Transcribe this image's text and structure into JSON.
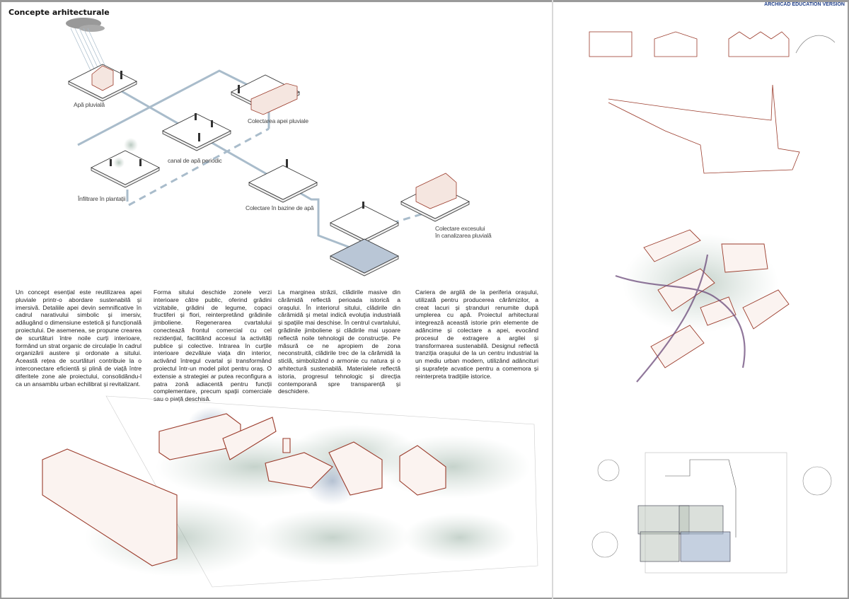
{
  "header": {
    "title": "Concepte arhitecturale",
    "watermark": "ARCHICAD EDUCATION VERSION"
  },
  "diagram": {
    "labels": {
      "rain": "Apă pluvială",
      "roof_collection": "Colectarea apei pluviale",
      "channel": "canal de apă periodic",
      "infiltration": "Înfiltrare în plantații",
      "basins": "Colectare în bazine de apă",
      "excess_line1": "Colectare excesului",
      "excess_line2": "în canalizarea pluvială"
    },
    "colors": {
      "pipe": "#a9bccb",
      "brick": "#9b3b2b",
      "water": "#b9c6d6",
      "green": "#8aa496"
    }
  },
  "text_columns": [
    "Un concept esențial este reutilizarea apei pluviale printr-o abordare sustenabilă și imersivă. Detaliile apei devin semnificative în cadrul narativului simbolic și imersiv, adăugând o dimensiune estetică și funcțională proiectului. De asemenea, se propune crearea de scurtături între noile curți interioare, formând un strat organic de circulație în cadrul organizării austere și ordonate a sitului. Această rețea de scurtături contribuie la o interconectare eficientă și plină de viață între diferitele zone ale proiectului, consolidându-l ca un ansamblu urban echilibrat și revitalizant.",
    "Forma sitului deschide zonele verzi interioare către public, oferind grădini vizitabile, grădini de legume, copaci fructiferi și flori, reinterpretând grădinile jimboliene. Regenerarea cvartalului conectează frontul comercial cu cel rezidențial, facilitând accesul la activități publice și colective. Intrarea în curțile interioare dezvăluie viața din interior, activând întregul cvartal și transformând proiectul într-un model pilot pentru oraș. O extensie a strategiei ar putea reconfigura a patra zonă adiacentă pentru funcții complementare, precum spații comerciale sau o piață deschisă.",
    "La marginea străzii, clădirile masive din cărămidă reflectă perioada istorică a orașului. În interiorul sitului, clădirile din cărămidă și metal indică evoluția industrială și spațiile mai deschise. În centrul cvartalului, grădinile jimboliene și clădirile mai ușoare reflectă noile tehnologii de construcție. Pe măsură ce ne apropiem de zona neconstruită, clădirile trec de la cărămidă la sticlă, simbolizând o armonie cu natura și o arhitectură sustenabilă. Materialele reflectă istoria, progresul tehnologic și direcția contemporană spre transparență și deschidere.",
    "Cariera de argilă de la periferia orașului, utilizată pentru producerea cărămizilor, a creat lacuri și ștranduri renumite după umplerea cu apă. Proiectul arhitectural integrează această istorie prin elemente de adâncime și colectare a apei, evocând procesul de extragere a argilei și transformarea sustenabilă. Designul reflectă tranziția orașului de la un centru industrial la un mediu urban modern, utilizând adâncituri și suprafețe acvatice pentru a comemora și reinterpreta tradițiile istorice."
  ]
}
